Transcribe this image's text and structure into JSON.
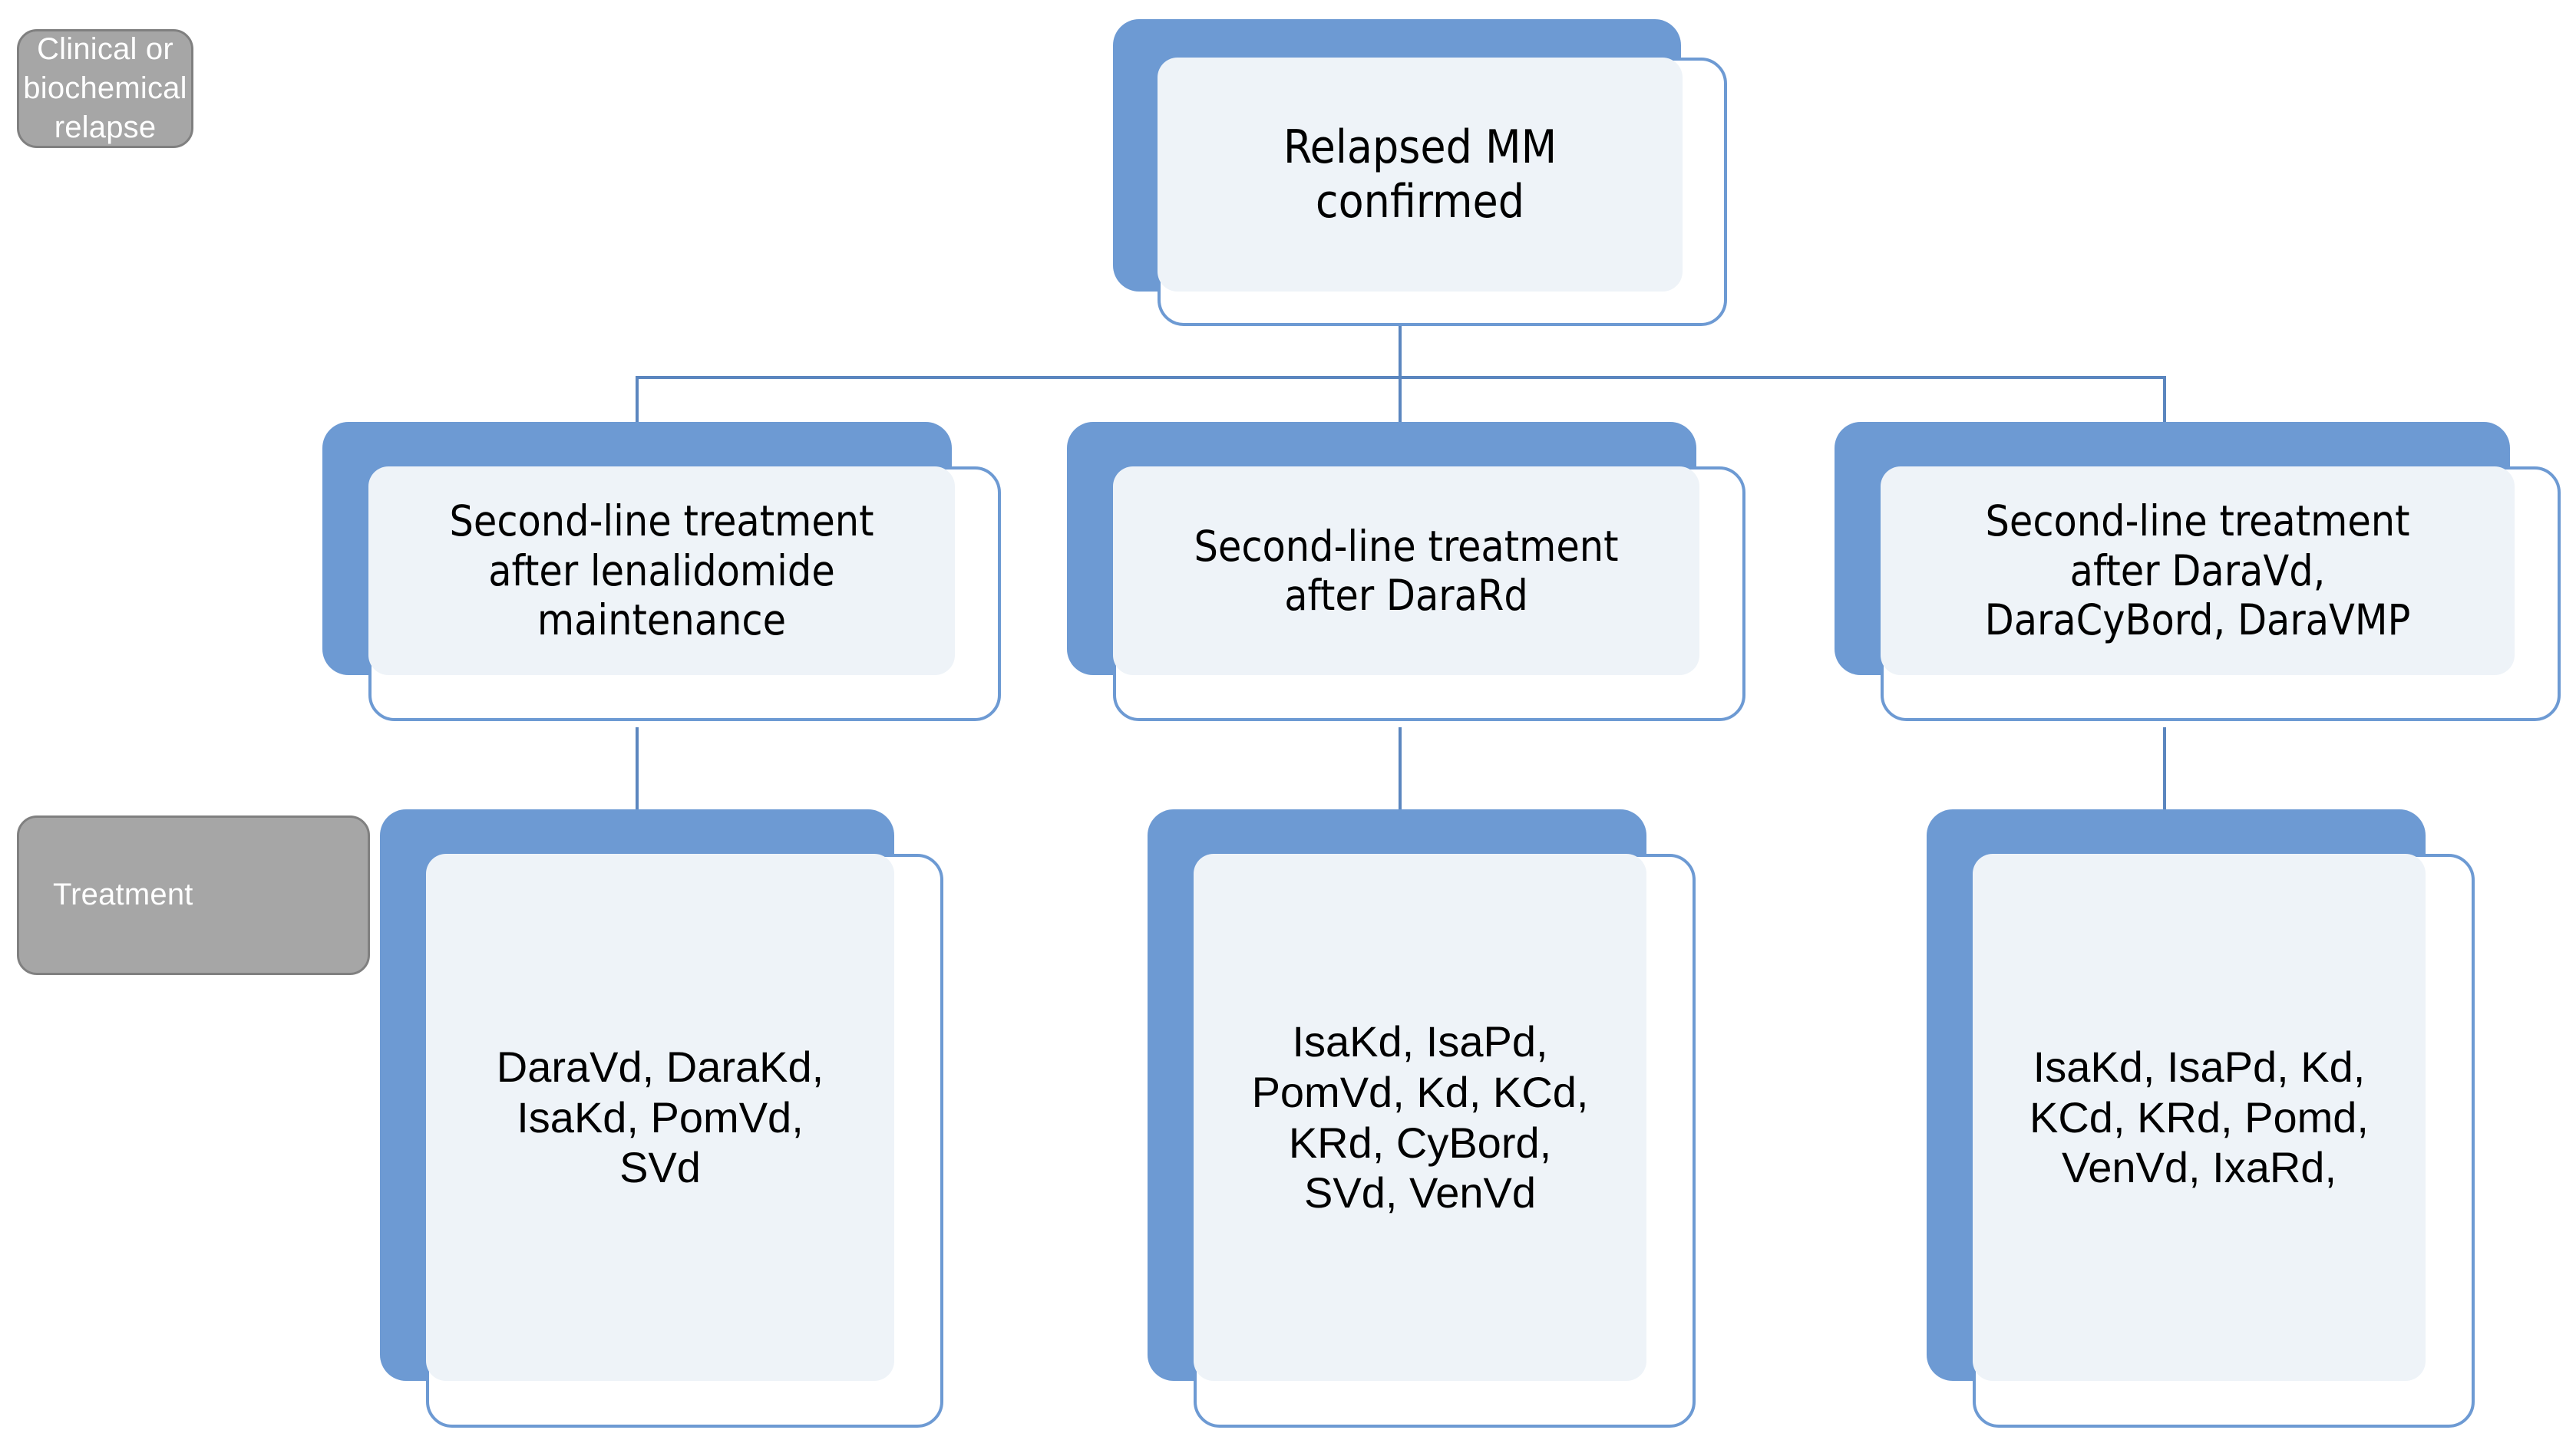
{
  "diagram": {
    "title": "Relapsed multiple myeloma second-line treatment algorithm",
    "colors": {
      "node_blue": "#6d9ad3",
      "node_panel": "#eef3f8",
      "node_outline": "#6d9ad3",
      "stage_label_fill": "#a6a6a6",
      "stage_label_border": "#808080",
      "connector": "#5b86bf",
      "background": "#ffffff",
      "node_text": "#000000",
      "stage_label_text": "#ffffff"
    }
  },
  "stage_labels": [
    {
      "id": "relapse",
      "text": "Clinical or biochemical relapse",
      "align": "center"
    },
    {
      "id": "treatment",
      "text": "Treatment",
      "align": "left"
    }
  ],
  "nodes": {
    "root": {
      "id": "relapsed-mm-confirmed",
      "text": "Relapsed MM\nconfirmed"
    },
    "second_line": [
      {
        "id": "after-lenalidomide-maintenance",
        "text": "Second-line treatment\nafter lenalidomide\nmaintenance"
      },
      {
        "id": "after-dararad",
        "text": "Second-line treatment\nafter DaraRd"
      },
      {
        "id": "after-daravd-daracybord-daravmp",
        "text": "Second-line treatment\nafter DaraVd,\nDaraCyBord, DaraVMP"
      }
    ],
    "treatments": [
      {
        "id": "treatment-options-1",
        "text": "DaraVd, DaraKd,\nIsaKd, PomVd,\nSVd",
        "regimens": [
          "DaraVd",
          "DaraKd",
          "IsaKd",
          "PomVd",
          "SVd"
        ]
      },
      {
        "id": "treatment-options-2",
        "text": "IsaKd, IsaPd,\nPomVd, Kd, KCd,\nKRd, CyBord,\nSVd, VenVd",
        "regimens": [
          "IsaKd",
          "IsaPd",
          "PomVd",
          "Kd",
          "KCd",
          "KRd",
          "CyBord",
          "SVd",
          "VenVd"
        ]
      },
      {
        "id": "treatment-options-3",
        "text": "IsaKd, IsaPd, Kd,\nKCd, KRd, Pomd,\nVenVd, IxaRd,",
        "regimens": [
          "IsaKd",
          "IsaPd",
          "Kd",
          "KCd",
          "KRd",
          "Pomd",
          "VenVd",
          "IxaRd"
        ]
      }
    ]
  }
}
